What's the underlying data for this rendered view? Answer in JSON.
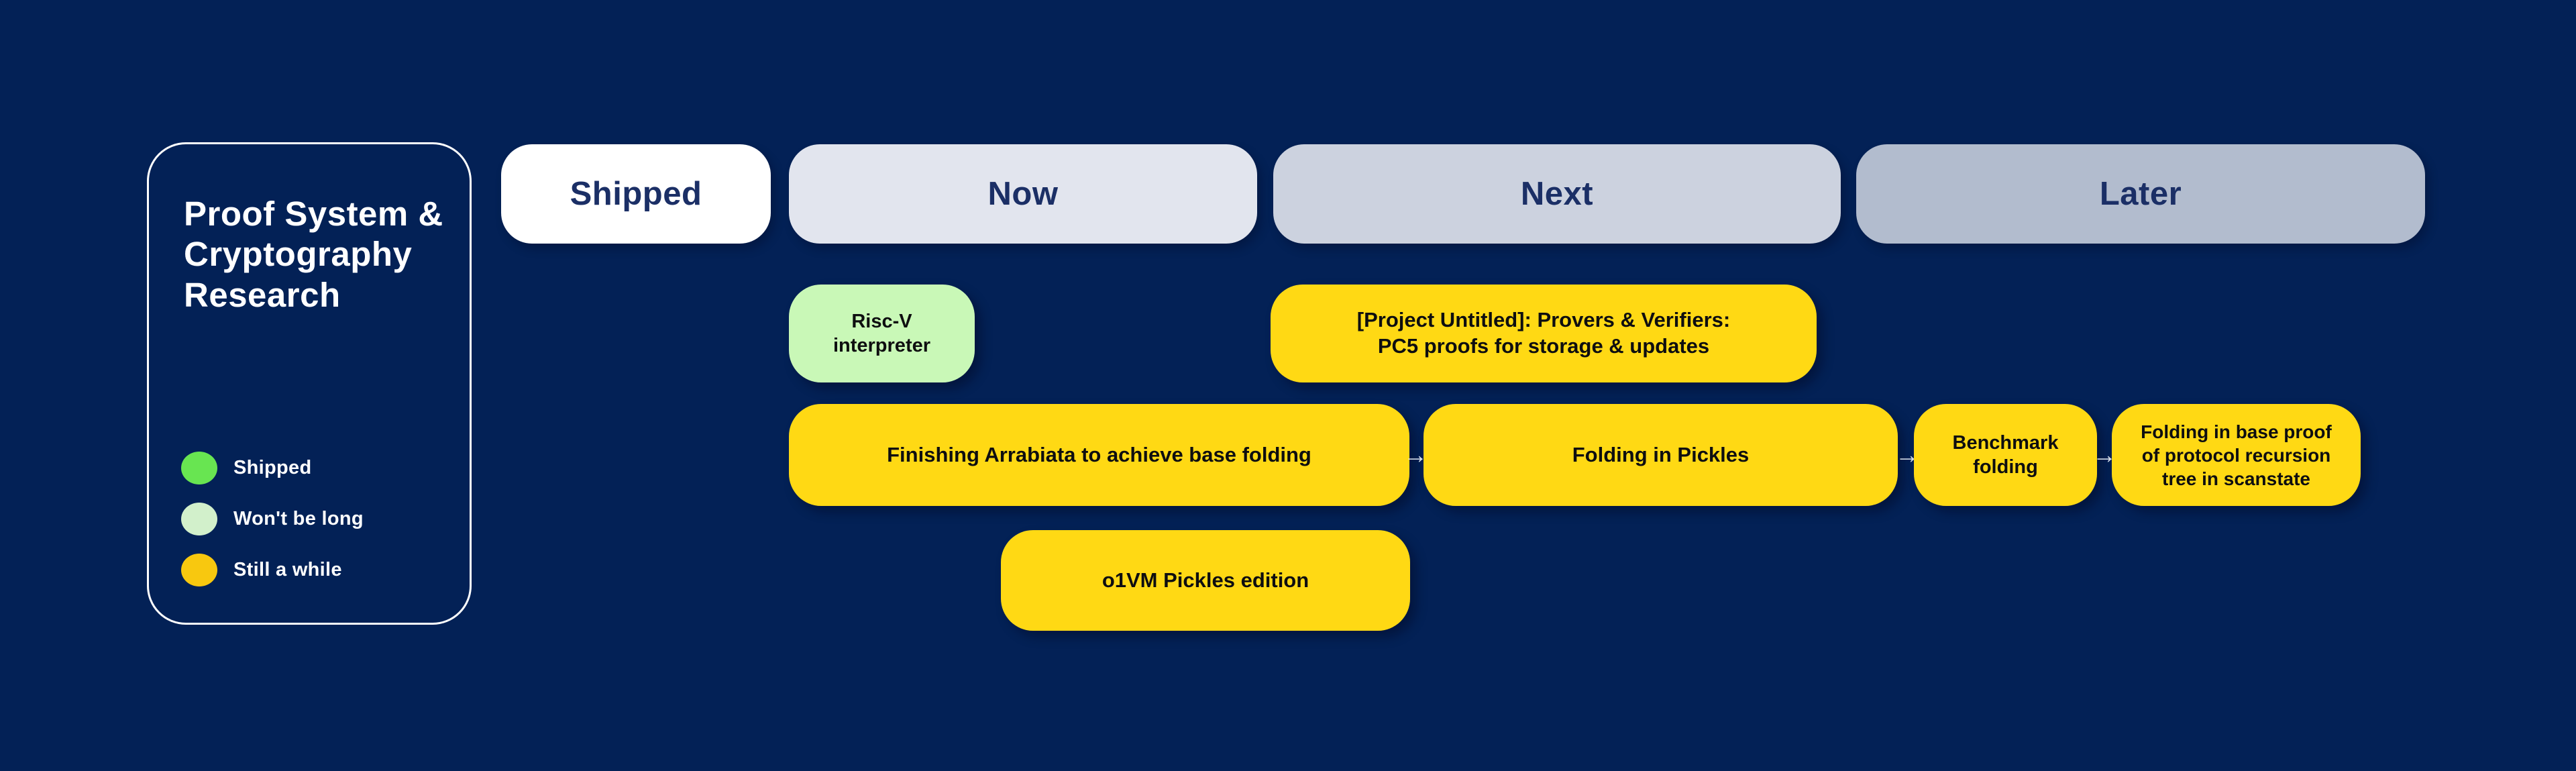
{
  "app": {
    "background_color": "#032156",
    "arrow_glyph": "→"
  },
  "panel": {
    "title": "Proof System &\nCryptography\nResearch",
    "legend": [
      {
        "label": "Shipped",
        "color": "#68E551"
      },
      {
        "label": "Won't be long",
        "color": "#D2F0CB"
      },
      {
        "label": "Still a while",
        "color": "#F8C80F"
      }
    ]
  },
  "columns": [
    {
      "label": "Shipped",
      "bg": "#FFFFFF"
    },
    {
      "label": "Now",
      "bg": "#E2E5EE"
    },
    {
      "label": "Next",
      "bg": "#CCD2DF"
    },
    {
      "label": "Later",
      "bg": "#B2BCCE"
    }
  ],
  "cards": [
    {
      "label": "Risc-V\ninterpreter",
      "status": "wont-be-long",
      "color": "#C9F8B7",
      "column": "Now"
    },
    {
      "label": "[Project Untitled]: Provers & Verifiers:\nPC5 proofs for storage & updates",
      "status": "still-a-while",
      "color": "#FFD914",
      "column": "Next"
    },
    {
      "label": "Finishing Arrabiata to achieve base folding",
      "status": "still-a-while",
      "color": "#FFD914",
      "column": "Now"
    },
    {
      "label": "Folding in Pickles",
      "status": "still-a-while",
      "color": "#FFD914",
      "column": "Next"
    },
    {
      "label": "Benchmark\nfolding",
      "status": "still-a-while",
      "color": "#FFD914",
      "column": "Later"
    },
    {
      "label": "Folding in base proof\nof protocol recursion\ntree in scanstate",
      "status": "still-a-while",
      "color": "#FFD914",
      "column": "Later"
    },
    {
      "label": "o1VM Pickles edition",
      "status": "still-a-while",
      "color": "#FFD914",
      "column": "Now"
    }
  ]
}
